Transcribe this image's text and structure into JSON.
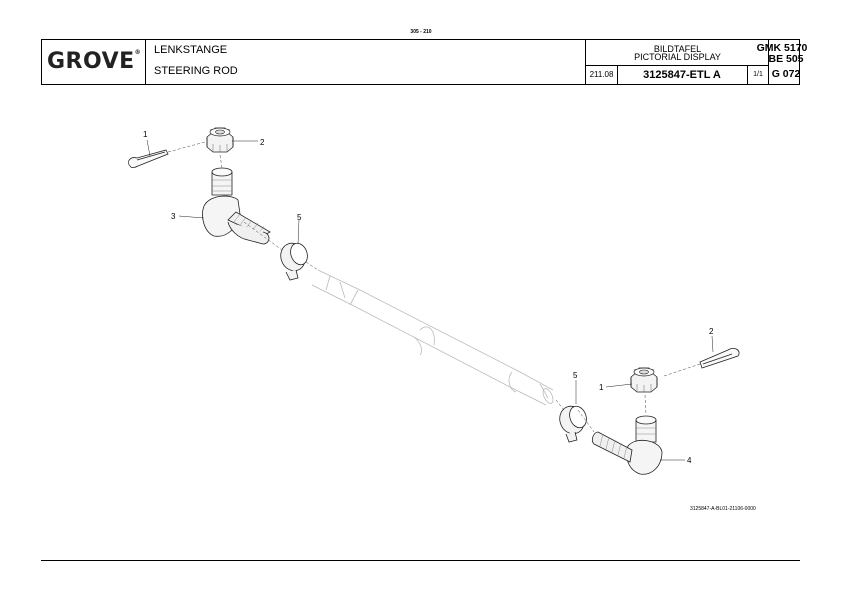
{
  "header": {
    "page_number": "305 - 210",
    "logo": "GROVE",
    "title_de": "LENKSTANGE",
    "title_en": "STEERING ROD",
    "display_de": "BILDTAFEL",
    "display_en": "PICTORIAL DISPLAY",
    "date": "211.08",
    "drawing_number": "3125847-ETL A",
    "sheet": "1/1",
    "model_1": "GMK 5170",
    "model_2": "BE 505",
    "group": "G 072"
  },
  "drawing": {
    "callouts": [
      "1",
      "2",
      "3",
      "5",
      "2",
      "1",
      "5",
      "4"
    ],
    "image_reference": "3125847-A-BL01-21106-0000"
  }
}
